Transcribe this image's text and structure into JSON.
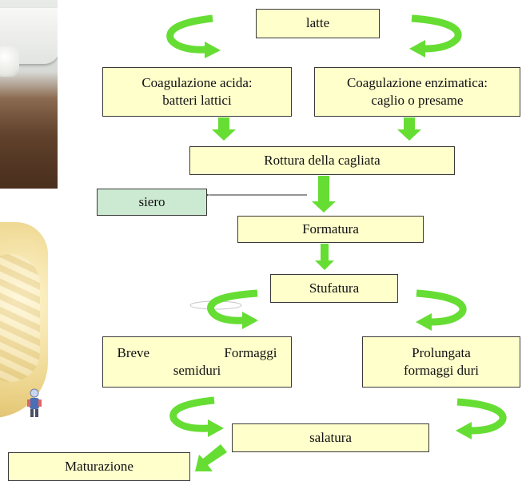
{
  "diagram": {
    "nodes": {
      "latte": "latte",
      "acida_line1": "Coagulazione acida:",
      "acida_line2": "batteri lattici",
      "enzimatica_line1": "Coagulazione enzimatica:",
      "enzimatica_line2": "caglio o presame",
      "rottura": "Rottura della cagliata",
      "siero": "siero",
      "formatura": "Formatura",
      "stufatura": "Stufatura",
      "breve_word": "Breve",
      "breve_formaggi": "Formaggi",
      "breve_line2": "semiduri",
      "prolungata_line1": "Prolungata",
      "prolungata_line2": "formaggi duri",
      "salatura": "salatura",
      "maturazione": "Maturazione"
    },
    "colors": {
      "box_fill": "#ffffcc",
      "siero_fill": "#cce9d2",
      "arrow_green": "#66dd33",
      "box_border": "#3a3a3a"
    }
  },
  "images": {
    "photo_top": "fresh-cheese-photo",
    "photo_mid": "hard-cheese-photo",
    "mascot": "mascot-icon"
  }
}
